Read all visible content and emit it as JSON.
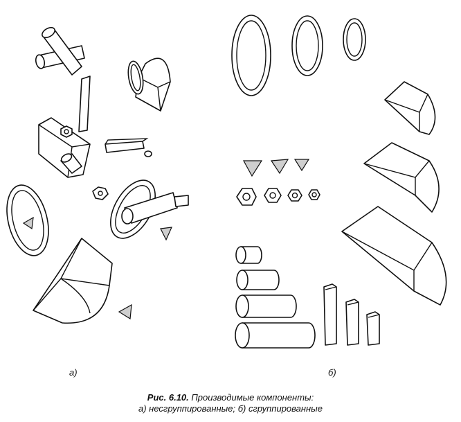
{
  "panels": {
    "a_label": "а)",
    "b_label": "б)"
  },
  "caption": {
    "prefix": "Рис. 6.10.",
    "title": "Производимые компоненты:",
    "line2": "а) несгруппированные;  б) сгруппированные"
  }
}
